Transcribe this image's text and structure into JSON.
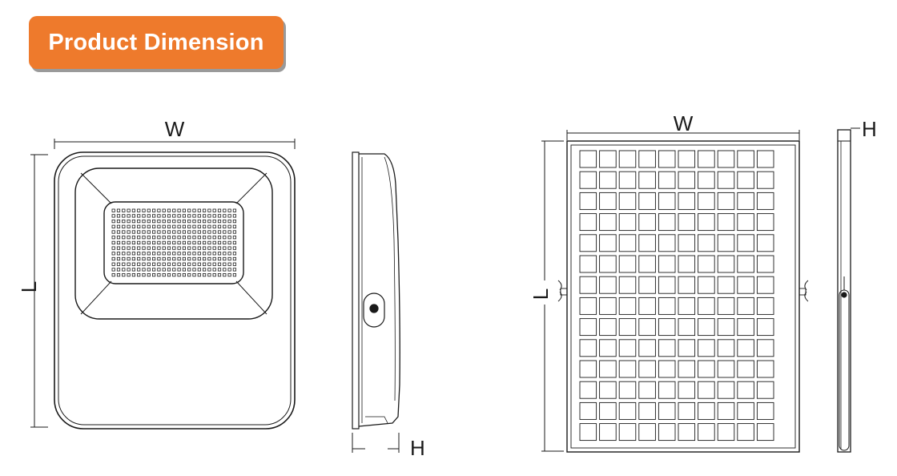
{
  "header": {
    "title": "Product Dimension",
    "badge_color": "#ee7a2c"
  },
  "floodlight": {
    "front_view": {
      "width_label": "W",
      "length_label": "L"
    },
    "side_view": {
      "height_label": "H"
    }
  },
  "solar_panel": {
    "front_view": {
      "width_label": "W",
      "length_label": "L"
    },
    "side_view": {
      "height_label": "H"
    }
  }
}
